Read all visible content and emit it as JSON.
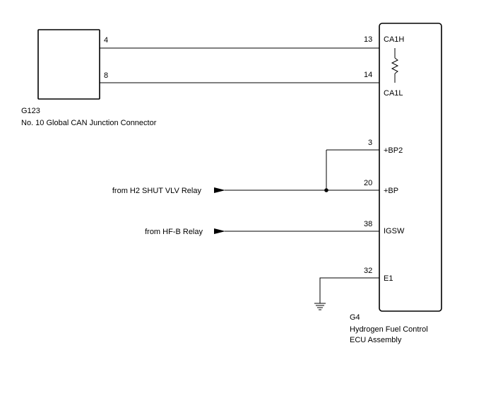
{
  "junction_connector": {
    "code": "G123",
    "name": "No. 10 Global CAN Junction Connector",
    "pins": [
      "4",
      "8"
    ]
  },
  "ecu": {
    "code": "G4",
    "name_line1": "Hydrogen Fuel Control",
    "name_line2": "ECU Assembly",
    "terminals": [
      {
        "pin": "13",
        "name": "CA1H"
      },
      {
        "pin": "14",
        "name": "CA1L"
      },
      {
        "pin": "3",
        "name": "+BP2"
      },
      {
        "pin": "20",
        "name": "+BP"
      },
      {
        "pin": "38",
        "name": "IGSW"
      },
      {
        "pin": "32",
        "name": "E1"
      }
    ]
  },
  "inputs": [
    {
      "label": "from H2 SHUT VLV Relay"
    },
    {
      "label": "from HF-B Relay"
    }
  ]
}
